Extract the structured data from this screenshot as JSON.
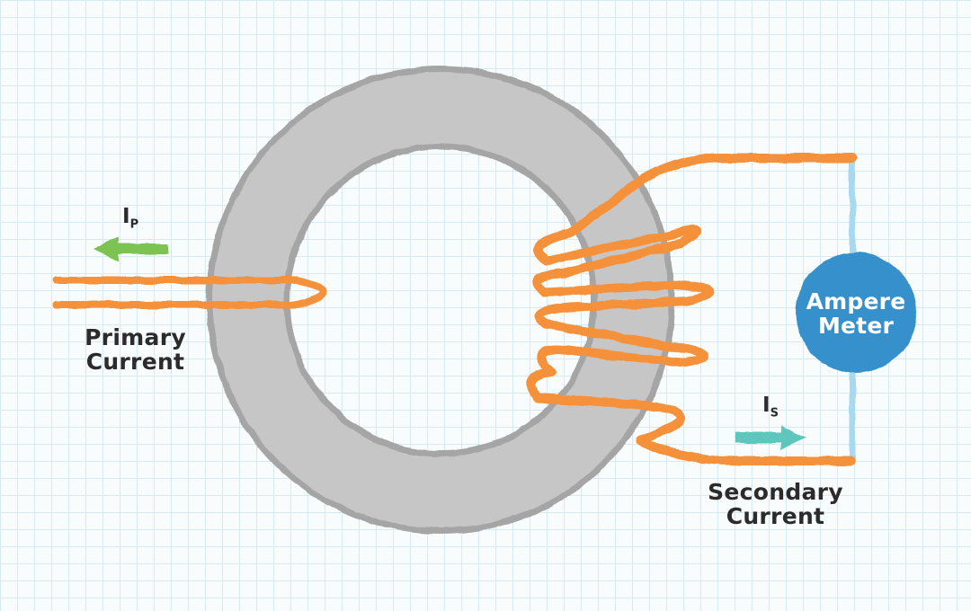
{
  "title": "Current transformer diagram",
  "colors": {
    "bg": "#f8fcfd",
    "grid": "#d9e9f2",
    "core_fill": "#c7c6c6",
    "core_edge": "#a6a5a5",
    "wire_orange": "#f5913a",
    "wire_blue": "#a9d9f0",
    "meter_fill": "#3590cb",
    "meter_text": "#ffffff",
    "arrow_green": "#7cc353",
    "arrow_teal": "#5ec6be",
    "label_text": "#2b2b2b"
  },
  "labels": {
    "primary_symbol": {
      "main": "I",
      "sub": "P"
    },
    "primary_caption": {
      "line1": "Primary",
      "line2": "Current"
    },
    "secondary_symbol": {
      "main": "I",
      "sub": "S"
    },
    "secondary_caption": {
      "line1": "Secondary",
      "line2": "Current"
    },
    "meter": {
      "line1": "Ampere",
      "line2": "Meter"
    }
  },
  "diagram": {
    "core_shape": "toroid-ring",
    "primary_arrow_direction": "left",
    "secondary_arrow_direction": "right",
    "secondary_turns_visible": 5
  }
}
